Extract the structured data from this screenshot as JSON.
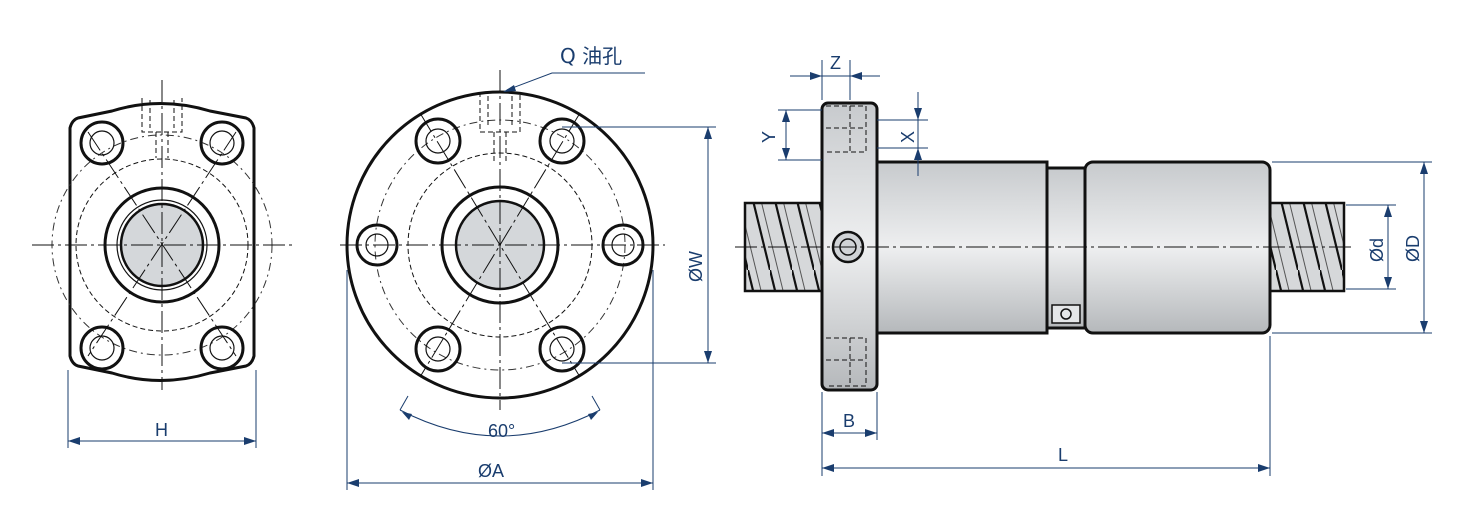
{
  "labels": {
    "oil_hole": "Q 油孔",
    "H": "H",
    "angle": "60°",
    "A": "ØA",
    "W": "ØW",
    "Z": "Z",
    "Y": "Y",
    "X": "X",
    "d": "Ød",
    "D": "ØD",
    "B": "B",
    "L": "L"
  },
  "colors": {
    "dimension": "#1a3d6e",
    "outline": "#111111",
    "background": "#ffffff"
  }
}
